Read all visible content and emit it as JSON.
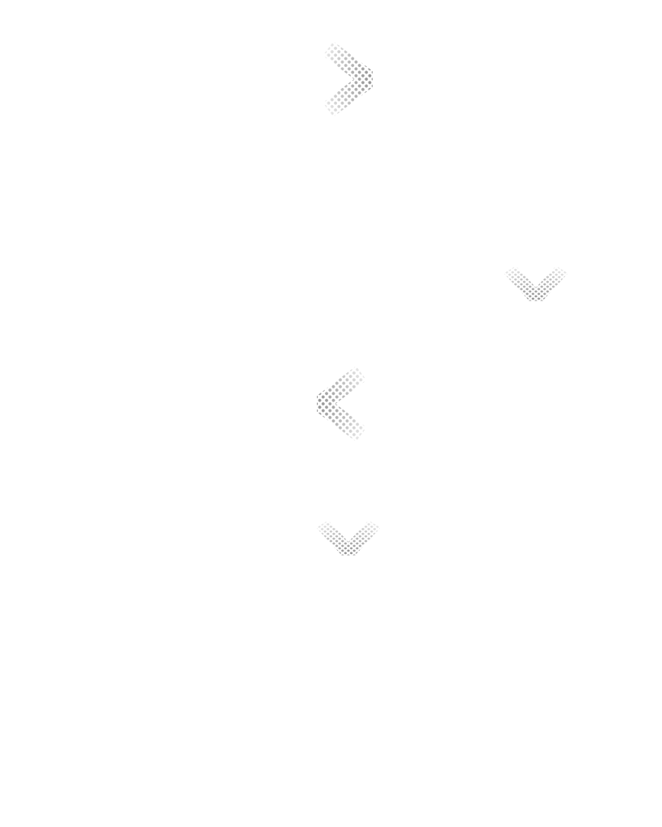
{
  "colors": {
    "background": "#ffffff",
    "dots": "#8f8f8f"
  },
  "icons": [
    {
      "name": "chevron-right-icon",
      "direction": "right"
    },
    {
      "name": "chevron-down-icon",
      "direction": "down"
    },
    {
      "name": "chevron-left-icon",
      "direction": "left"
    },
    {
      "name": "chevron-down-icon",
      "direction": "down"
    }
  ]
}
